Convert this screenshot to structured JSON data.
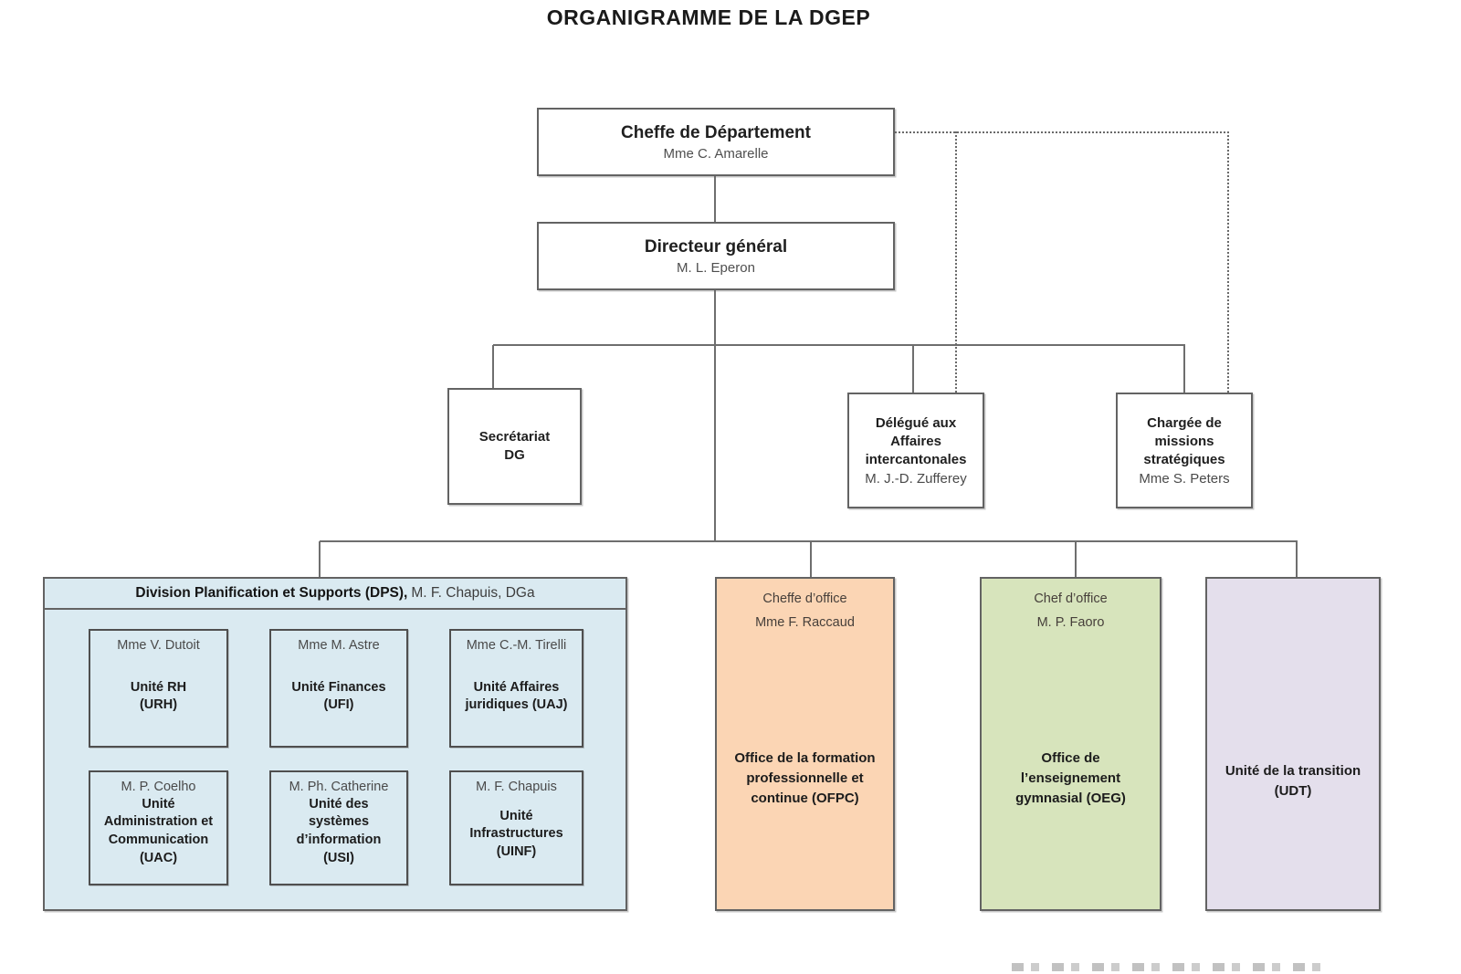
{
  "title": "ORGANIGRAMME DE LA DGEP",
  "nodes": {
    "cheffe": {
      "title": "Cheffe de Département",
      "name": "Mme C. Amarelle"
    },
    "directeur": {
      "title": "Directeur général",
      "name": "M. L. Eperon"
    },
    "secretariat": {
      "title": "Secrétariat\nDG"
    },
    "delegue": {
      "title": "Délégué aux\nAffaires\nintercantonales",
      "name": "M. J.-D. Zufferey"
    },
    "chargee": {
      "title": "Chargée de\nmissions\nstratégiques",
      "name": "Mme S. Peters"
    },
    "division": {
      "title_bold": "Division Planification et Supports (DPS),",
      "title_rest": "M. F. Chapuis, DGa",
      "units": [
        {
          "person": "Mme V. Dutoit",
          "unit": "Unité RH\n(URH)"
        },
        {
          "person": "Mme M. Astre",
          "unit": "Unité Finances\n(UFI)"
        },
        {
          "person": "Mme C.-M. Tirelli",
          "unit": "Unité Affaires\njuridiques (UAJ)"
        },
        {
          "person": "M. P. Coelho",
          "unit": "Unité\nAdministration et\nCommunication\n(UAC)"
        },
        {
          "person": "M. Ph. Catherine",
          "unit": "Unité des\nsystèmes\nd’information\n(USI)"
        },
        {
          "person": "M. F. Chapuis",
          "unit": "Unité\nInfrastructures\n(UINF)"
        }
      ]
    },
    "ofpc": {
      "role": "Cheffe d’office",
      "person": "Mme F. Raccaud",
      "office": "Office de la formation\nprofessionnelle et\ncontinue (OFPC)"
    },
    "oeg": {
      "role": "Chef d’office",
      "person": "M. P. Faoro",
      "office": "Office de\nl’enseignement\ngymnasial (OEG)"
    },
    "udt": {
      "title": "Unité de la transition\n(UDT)"
    }
  },
  "colors": {
    "division_fill": "#daeaf1",
    "ofpc_fill": "#fbd5b4",
    "oeg_fill": "#d7e4bc",
    "udt_fill": "#e4dfec",
    "box_border": "#636363",
    "connector": "#6e6e6e"
  }
}
